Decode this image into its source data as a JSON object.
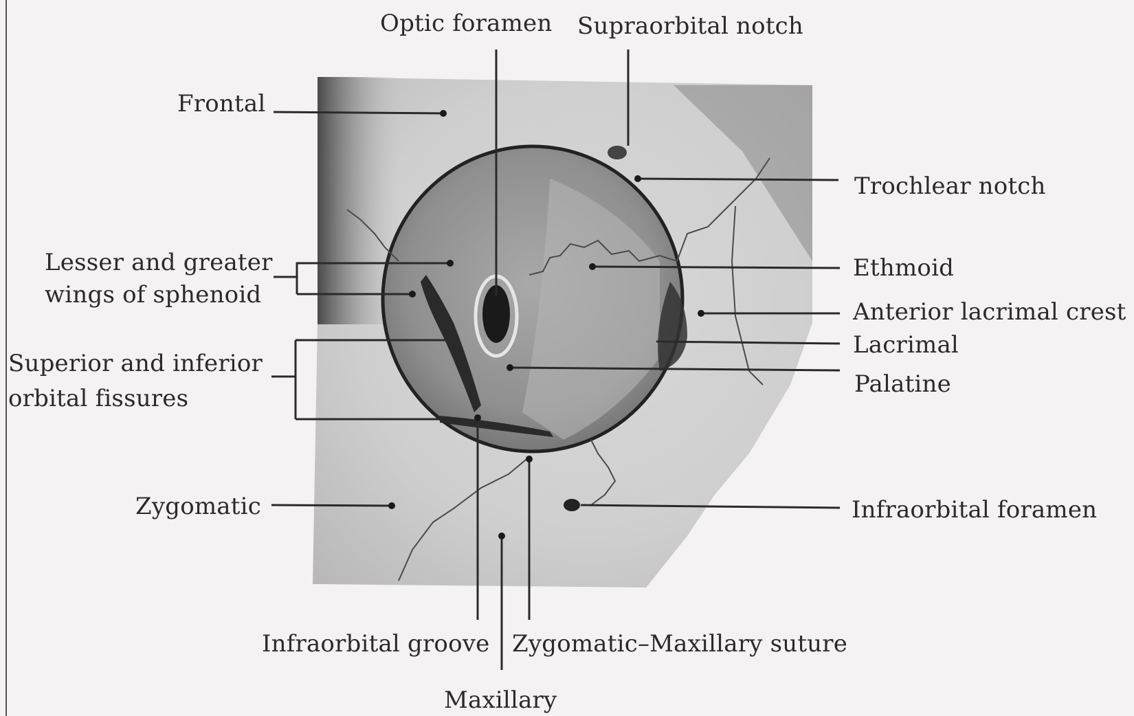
{
  "labels": {
    "optic_foramen": "Optic foramen",
    "supraorbital_notch": "Supraorbital notch",
    "frontal": "Frontal",
    "trochlear_notch": "Trochlear notch",
    "sphenoid_line1": "Lesser and greater",
    "sphenoid_line2": "wings of sphenoid",
    "ethmoid": "Ethmoid",
    "anterior_lacrimal_crest": "Anterior lacrimal crest",
    "lacrimal": "Lacrimal",
    "fissures_line1": "Superior and inferior",
    "fissures_line2": "orbital fissures",
    "palatine": "Palatine",
    "zygomatic": "Zygomatic",
    "infraorbital_foramen": "Infraorbital foramen",
    "infraorbital_groove": "Infraorbital groove",
    "zygomatic_maxillary_suture": "Zygomatic–Maxillary suture",
    "maxillary": "Maxillary"
  }
}
